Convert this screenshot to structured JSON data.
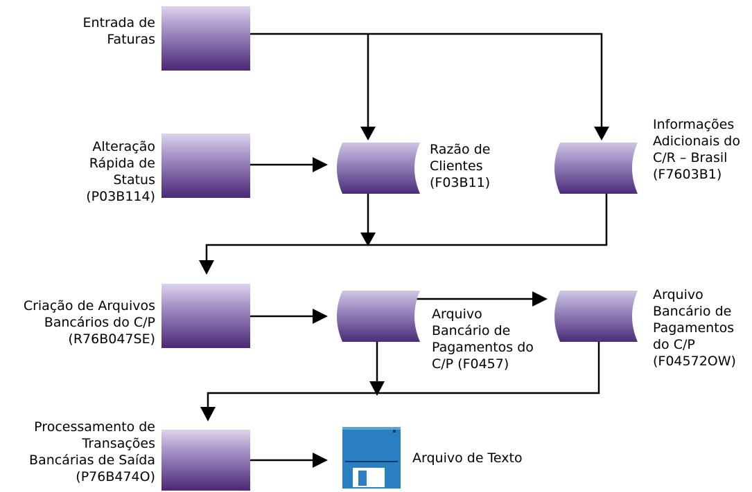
{
  "colors": {
    "process_top": "#d9cfe8",
    "process_bottom": "#4b2a78",
    "store_top": "#c9bfe0",
    "store_bottom": "#4e2f7c",
    "line": "#000000",
    "disk_body": "#2a7fc2",
    "disk_label": "#ffffff"
  },
  "icons": {
    "process": "process-box-icon",
    "store": "data-store-icon",
    "disk": "floppy-disk-icon"
  },
  "nodes": {
    "entrada_faturas": {
      "lines": [
        "Entrada de",
        "Faturas"
      ]
    },
    "alteracao_status": {
      "lines": [
        "Alteração",
        "Rápida de",
        "Status",
        "(P03B114)"
      ]
    },
    "razao_clientes": {
      "lines": [
        "Razão de",
        "Clientes",
        "(F03B11)"
      ]
    },
    "info_adicionais": {
      "lines": [
        "Informações",
        "Adicionais do",
        "C/R – Brasil",
        "(F7603B1)"
      ]
    },
    "criacao_arquivos": {
      "lines": [
        "Criação de Arquivos",
        "Bancários do C/P",
        "(R76B047SE)"
      ]
    },
    "arquivo_f0457": {
      "lines": [
        "Arquivo",
        "Bancário de",
        "Pagamentos do",
        "C/P (F0457)"
      ]
    },
    "arquivo_f04572ow": {
      "lines": [
        "Arquivo",
        "Bancário de",
        "Pagamentos",
        "do C/P",
        "(F04572OW)"
      ]
    },
    "processamento": {
      "lines": [
        "Processamento de",
        "Transações",
        "Bancárias de Saída",
        "(P76B474O)"
      ]
    },
    "arquivo_texto": {
      "lines": [
        "Arquivo de Texto"
      ]
    }
  }
}
